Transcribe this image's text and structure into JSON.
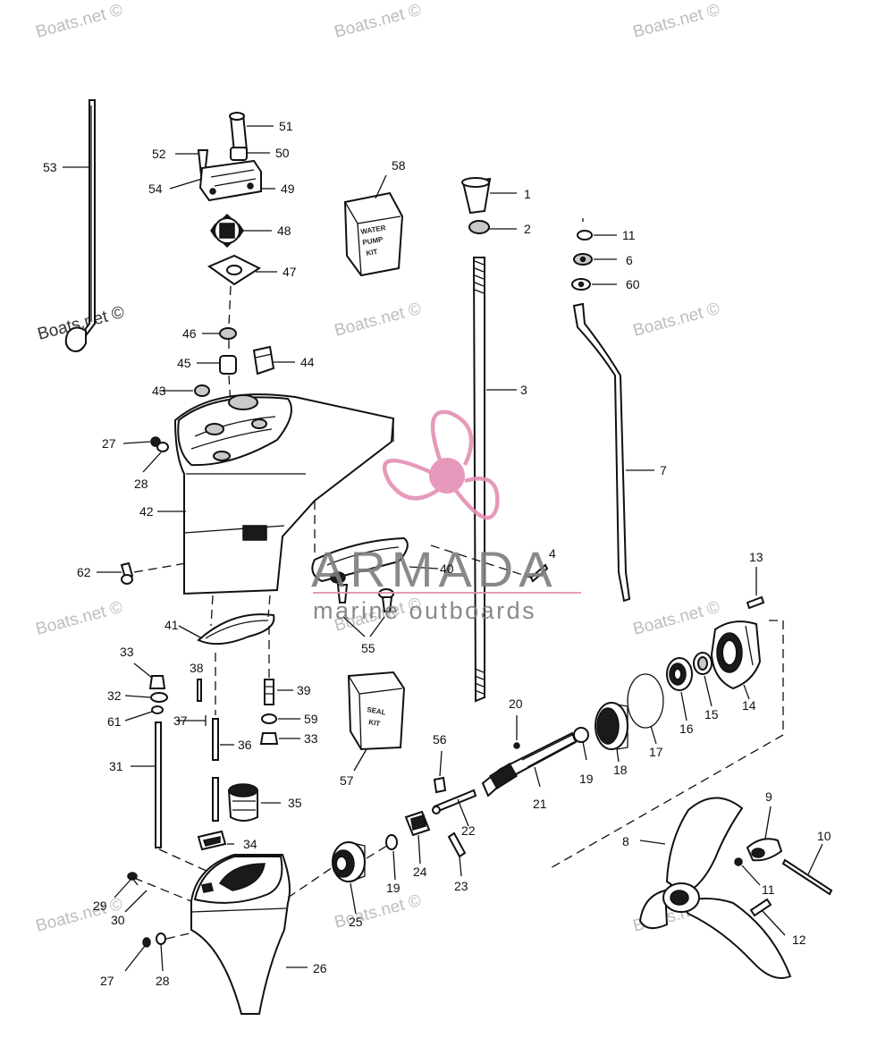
{
  "watermark": {
    "text": "Boats.net ©",
    "brand_name": "ARMADA",
    "brand_tagline": "marine outboards",
    "brand_color": "#e48fb4"
  },
  "parts": {
    "p1": "1",
    "p2": "2",
    "p3": "3",
    "p4": "4",
    "p6": "6",
    "p7": "7",
    "p8": "8",
    "p9": "9",
    "p10": "10",
    "p11a": "11",
    "p11b": "11",
    "p12": "12",
    "p13": "13",
    "p14": "14",
    "p15": "15",
    "p16": "16",
    "p17": "17",
    "p18": "18",
    "p19a": "19",
    "p19b": "19",
    "p20": "20",
    "p21": "21",
    "p22": "22",
    "p23": "23",
    "p24": "24",
    "p25": "25",
    "p26": "26",
    "p27a": "27",
    "p27b": "27",
    "p28a": "28",
    "p28b": "28",
    "p29": "29",
    "p30": "30",
    "p31": "31",
    "p32": "32",
    "p33a": "33",
    "p33b": "33",
    "p34": "34",
    "p35": "35",
    "p36": "36",
    "p37": "37",
    "p38": "38",
    "p39": "39",
    "p40": "40",
    "p41": "41",
    "p42": "42",
    "p43": "43",
    "p44": "44",
    "p45": "45",
    "p46": "46",
    "p47": "47",
    "p48": "48",
    "p49": "49",
    "p50": "50",
    "p51": "51",
    "p52": "52",
    "p53": "53",
    "p54": "54",
    "p55": "55",
    "p56": "56",
    "p57": "57",
    "p58": "58",
    "p59": "59",
    "p60": "60",
    "p61": "61",
    "p62": "62"
  },
  "kits": {
    "water_pump_kit_line1": "WATER",
    "water_pump_kit_line2": "PUMP",
    "water_pump_kit_line3": "KIT",
    "seal_kit_line1": "SEAL",
    "seal_kit_line2": "KIT"
  }
}
